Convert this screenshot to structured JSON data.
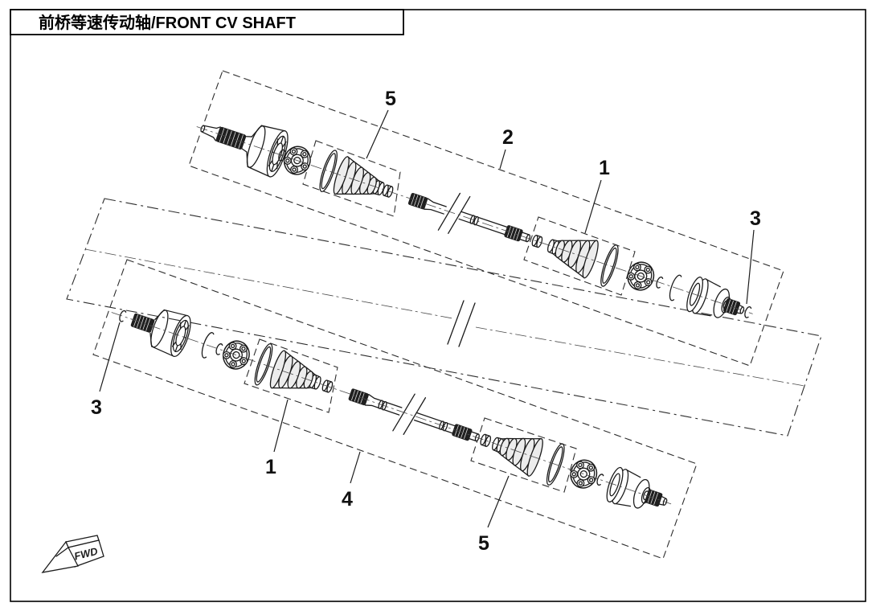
{
  "title": {
    "text": "前桥等速传动轴/FRONT CV SHAFT"
  },
  "callouts": [
    {
      "number": "5",
      "target": "boot-kit-top-shaft-outer"
    },
    {
      "number": "2",
      "target": "top-cv-shaft-assembly"
    },
    {
      "number": "1",
      "target": "boot-kit-top-shaft-inner"
    },
    {
      "number": "3",
      "target": "snap-ring-top-shaft"
    },
    {
      "number": "3",
      "target": "snap-ring-bottom-shaft"
    },
    {
      "number": "1",
      "target": "boot-kit-bottom-shaft-outer"
    },
    {
      "number": "4",
      "target": "bottom-cv-shaft-assembly"
    },
    {
      "number": "5",
      "target": "boot-kit-bottom-shaft-inner"
    }
  ],
  "direction_indicator": {
    "label": "FWD"
  },
  "colors": {
    "line": "#1b1b1b",
    "background": "#ffffff"
  }
}
